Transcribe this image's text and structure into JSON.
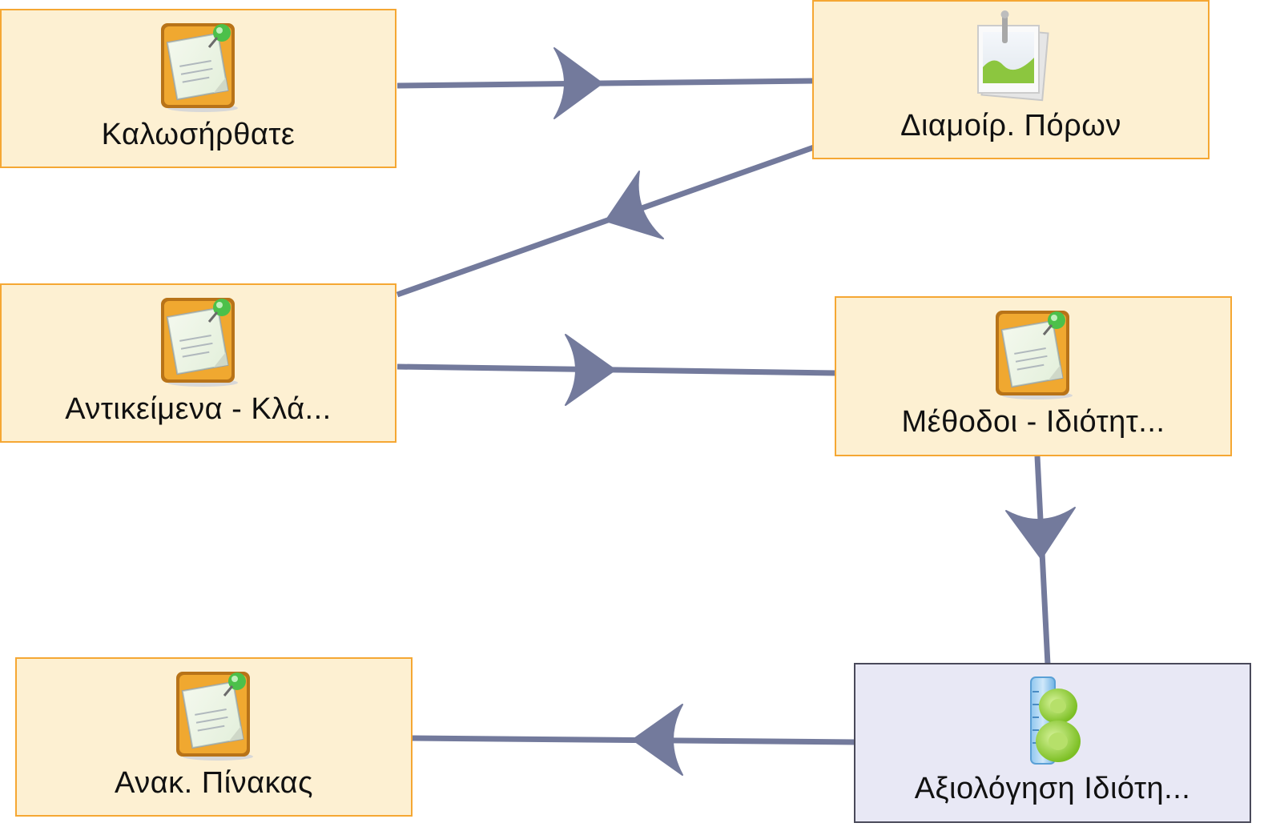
{
  "nodes": {
    "welcome": {
      "label": "Καλωσήρθατε",
      "icon": "notes-icon"
    },
    "resources": {
      "label": "Διαμοίρ. Πόρων",
      "icon": "image-resource-icon"
    },
    "objects": {
      "label": "Αντικείμενα - Κλά...",
      "icon": "notes-icon"
    },
    "methods": {
      "label": "Μέθοδοι - Ιδιότητ...",
      "icon": "notes-icon"
    },
    "assessment": {
      "label": "Αξιολόγηση Ιδιότη...",
      "icon": "assessment-icon"
    },
    "noticeboard": {
      "label": "Ανακ. Πίνακας",
      "icon": "notes-icon"
    }
  },
  "colors": {
    "node_fill": "#fdf0d2",
    "node_border": "#f5a733",
    "gate_fill": "#e8e8f5",
    "gate_border": "#4a4a5a",
    "edge": "#737a9c"
  }
}
